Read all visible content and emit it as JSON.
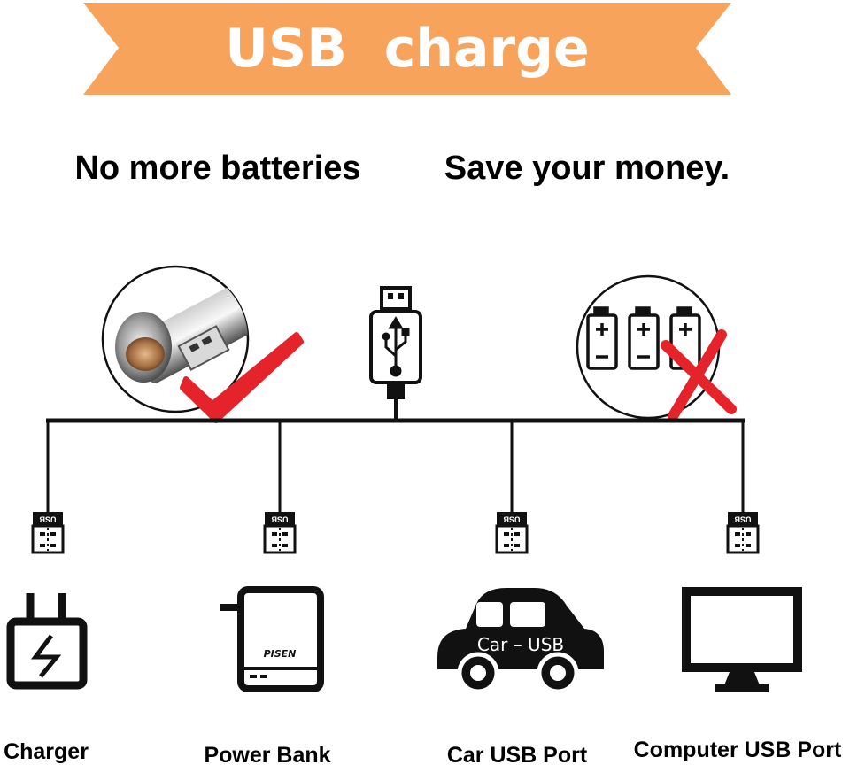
{
  "banner": {
    "title": "USB  charge"
  },
  "headlines": {
    "left": "No more batteries",
    "right": "Save your money."
  },
  "connectors": {
    "label": "USB"
  },
  "devices": [
    {
      "label": "Charger"
    },
    {
      "label": "Power Bank"
    },
    {
      "label": "Car USB Port"
    },
    {
      "label": "Computer USB Port"
    }
  ],
  "power_bank": {
    "brand": "PISEN"
  },
  "car": {
    "label": "Car – USB"
  },
  "colors": {
    "banner": "#F7A35C",
    "banner_text": "#ffffff",
    "check": "#E5232A",
    "cross": "#E5232A",
    "line": "#111111",
    "text": "#000000"
  }
}
